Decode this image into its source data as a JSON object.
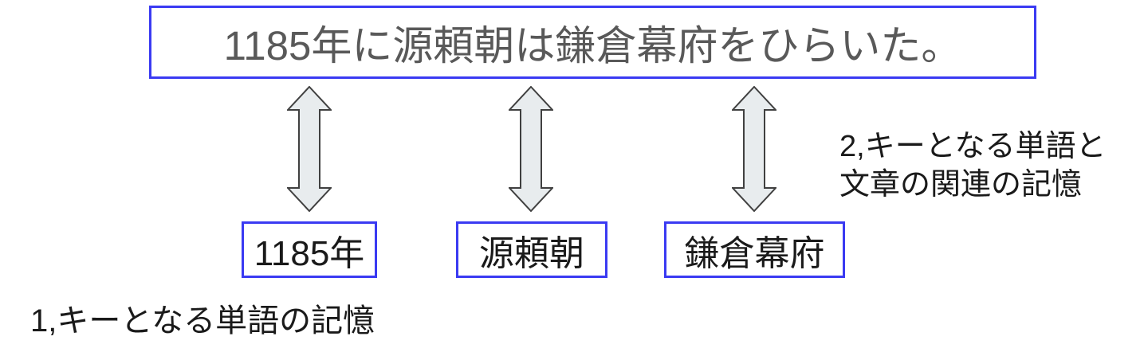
{
  "diagram": {
    "sentence_box": {
      "text": "1185年に源頼朝は鎌倉幕府をひらいた。"
    },
    "keyword_boxes": [
      {
        "label": "1185年"
      },
      {
        "label": "源頼朝"
      },
      {
        "label": "鎌倉幕府"
      }
    ],
    "annotations": {
      "relation_note_line1": "2,キーとなる単語と",
      "relation_note_line2": "文章の関連の記憶",
      "keyword_note": "1,キーとなる単語の記憶"
    },
    "colors": {
      "box_border": "#3a3af2",
      "sentence_text": "#595959",
      "keyword_text": "#1a1a1a",
      "note_text": "#1a1a1a",
      "arrow_fill": "#e8ecee",
      "arrow_outline": "#404040"
    }
  }
}
